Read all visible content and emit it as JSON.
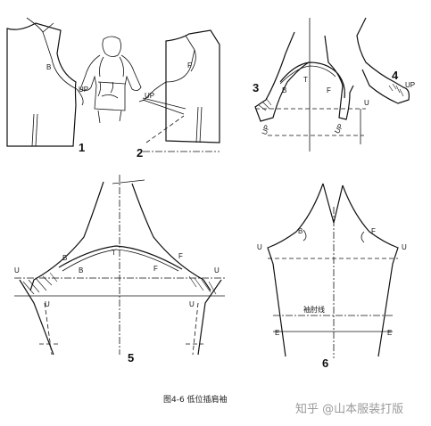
{
  "figure_caption": "图4-6  低位插肩袖",
  "watermark": "知乎 @山本服装打版",
  "panels": {
    "p1": {
      "number": "1",
      "labels": {
        "b": "B",
        "up": "UP"
      }
    },
    "p2": {
      "number": "2",
      "labels": {
        "f": "F",
        "up": "UP"
      }
    },
    "p3": {
      "number": "3",
      "labels": {
        "b": "B",
        "t": "T",
        "f": "F",
        "u": "U",
        "up1": "UP",
        "up2": "UP"
      }
    },
    "p4": {
      "number": "4",
      "labels": {
        "up": "UP"
      }
    },
    "p5": {
      "number": "5",
      "labels": {
        "b1": "B",
        "b2": "B",
        "t": "T",
        "f1": "F",
        "f2": "F",
        "u1": "U",
        "u2": "U",
        "u3": "U",
        "u4": "U"
      }
    },
    "p6": {
      "number": "6",
      "labels": {
        "b": "B",
        "f": "F",
        "u1": "U",
        "u2": "U",
        "elbow": "袖肘线",
        "e1": "E",
        "e2": "E"
      }
    }
  },
  "colors": {
    "line": "#111111",
    "background": "#ffffff",
    "watermark": "#9a9a9a"
  }
}
